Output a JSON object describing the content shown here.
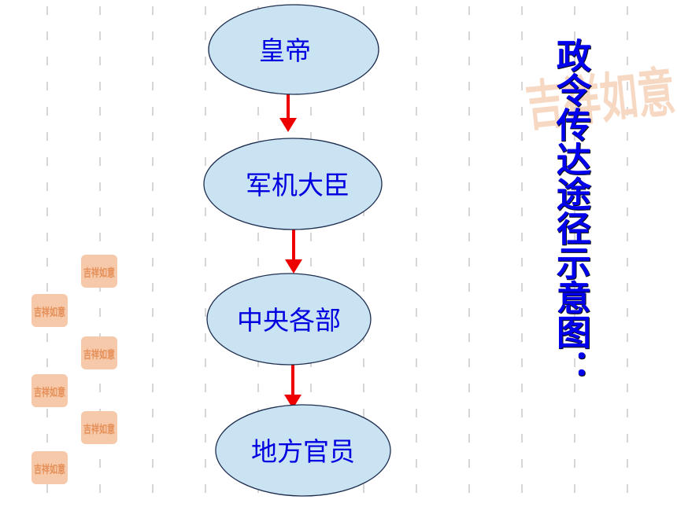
{
  "diagram": {
    "nodes": [
      {
        "id": "emperor",
        "label": "皇帝"
      },
      {
        "id": "grand-councilor",
        "label": "军机大臣"
      },
      {
        "id": "central-ministries",
        "label": "中央各部"
      },
      {
        "id": "local-officials",
        "label": "地方官员"
      }
    ],
    "edges": [
      {
        "from": "emperor",
        "to": "grand-councilor"
      },
      {
        "from": "grand-councilor",
        "to": "central-ministries"
      },
      {
        "from": "central-ministries",
        "to": "local-officials"
      }
    ]
  },
  "title": "政令传达途径示意图：",
  "decoration": {
    "seal_text": "吉祥如意",
    "colors": {
      "node_fill": "#c9e3f3",
      "node_text": "#0000e0",
      "arrow": "#ee0000",
      "title": "#0000ee",
      "seal": "#f6c9aa"
    }
  }
}
